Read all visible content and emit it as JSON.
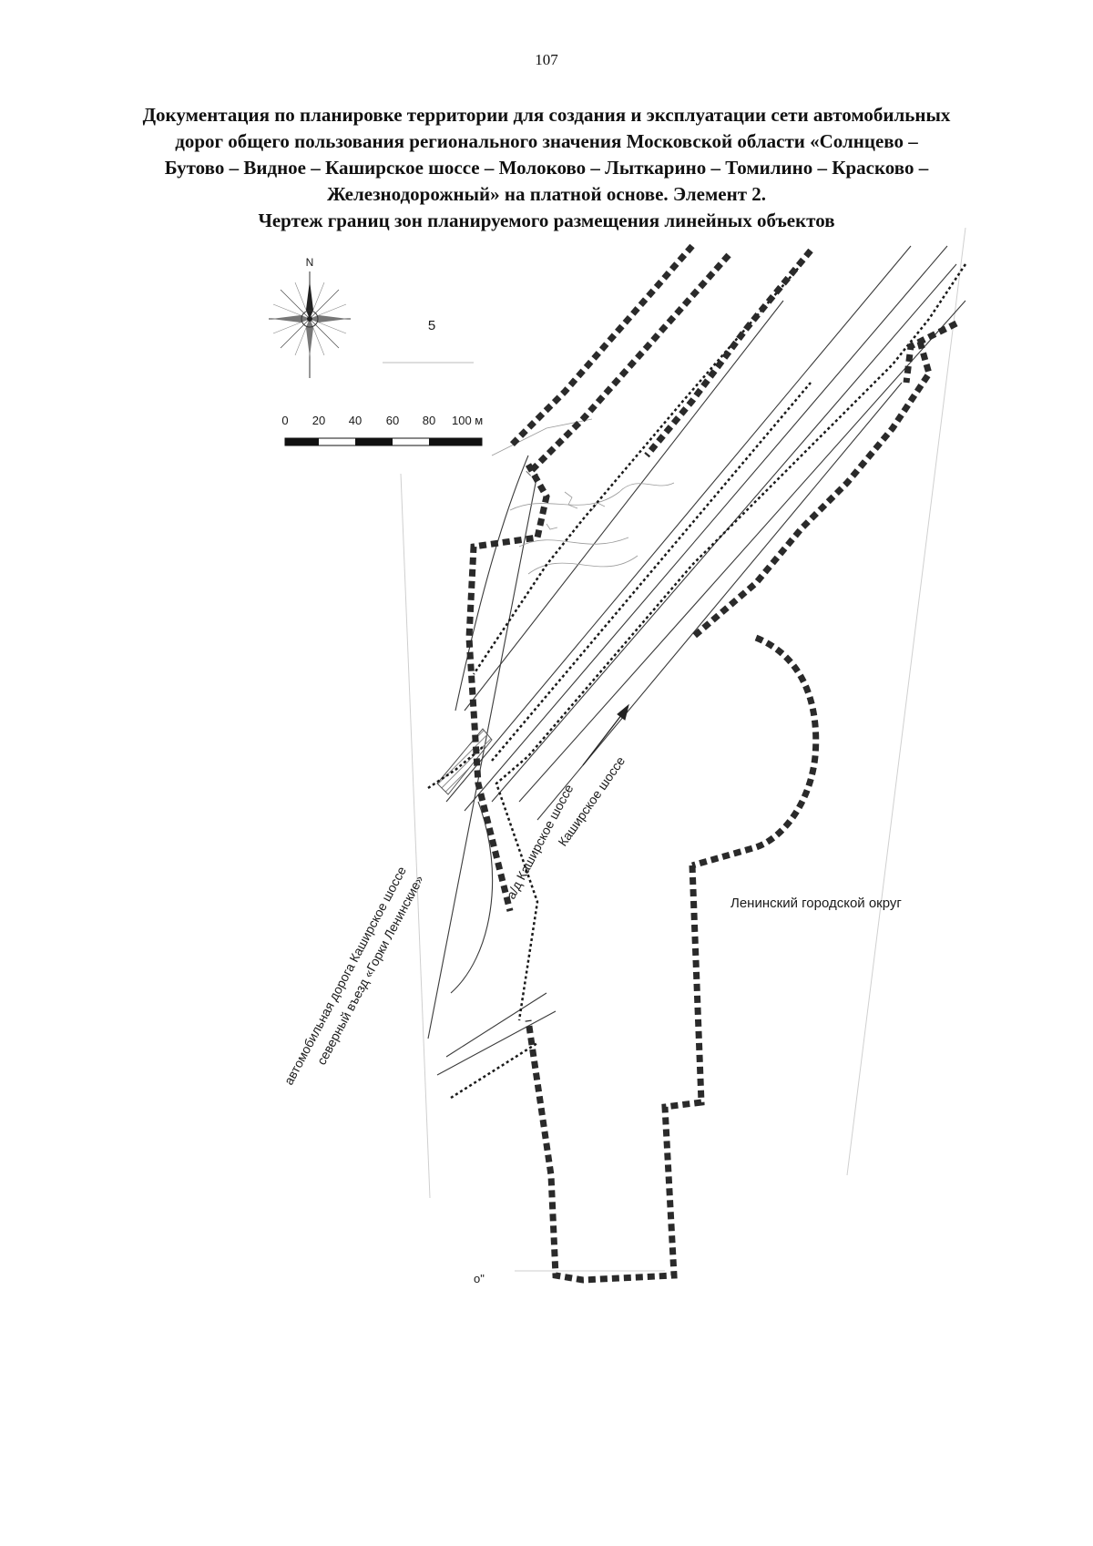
{
  "page": {
    "number": "107"
  },
  "title": {
    "line1": "Документация по планировке территории для создания и эксплуатации сети автомобильных",
    "line2": "дорог общего пользования регионального значения Московской области «Солнцево –",
    "line3": "Бутово – Видное – Каширское шоссе – Молоково – Лыткарино – Томилино – Красково –",
    "line4": "Железнодорожный» на платной основе. Элемент 2.",
    "line5": "Чертеж границ зон планируемого размещения линейных объектов"
  },
  "map": {
    "north_label": "N",
    "sheet_number": "5",
    "scale_ticks": [
      "0",
      "20",
      "40",
      "60",
      "80",
      "100 м"
    ],
    "labels": {
      "road_main": "автомобильная дорога Каширское шоссе",
      "road_exit": "северный въезд «Горки Ленинские»",
      "kashirskoe_1": "а/д Каширское шоссе",
      "kashirskoe_2": "Каширское шоссе",
      "district": "Ленинский городской округ",
      "fragment": "о\""
    },
    "icons": [
      "compass-rose-icon",
      "direction-arrow-icon"
    ],
    "colors": {
      "ink": "#1a1a1a",
      "boundary": "#2a2a2a",
      "hatch": "#9a9a9a"
    }
  }
}
